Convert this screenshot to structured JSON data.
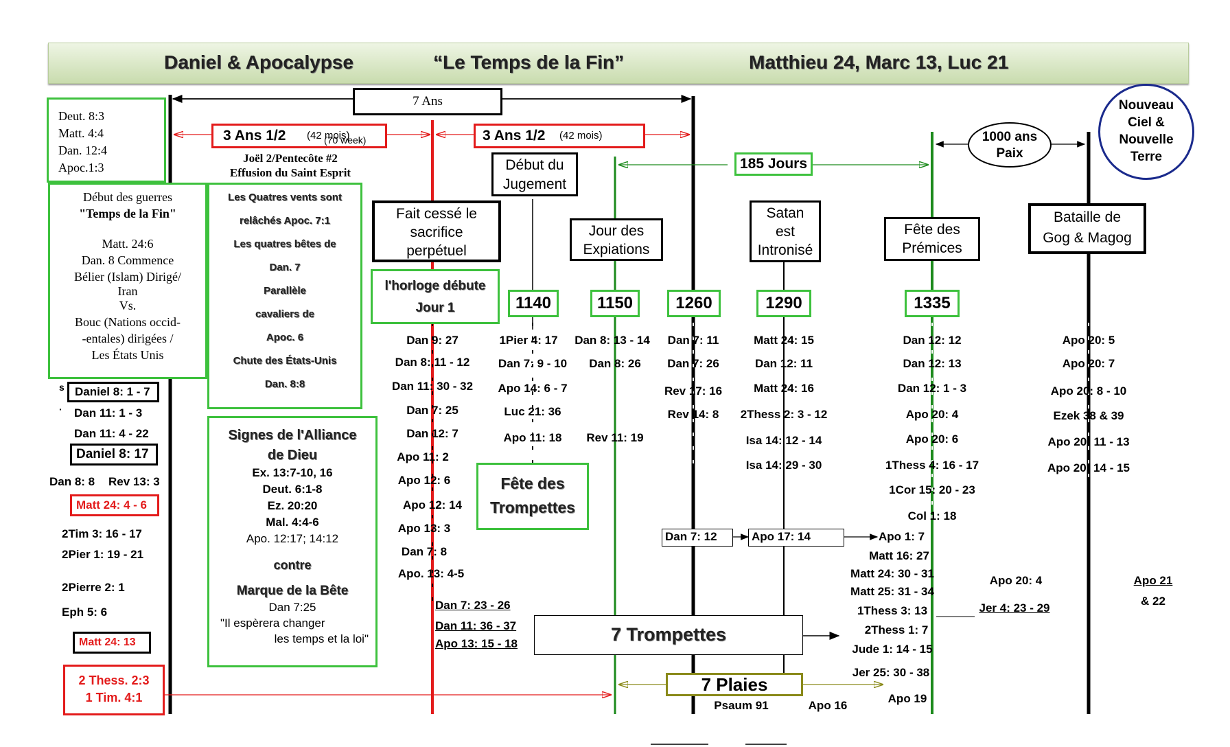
{
  "header": {
    "left": "Daniel & Apocalypse",
    "center": "“Le Temps de la Fin”",
    "right": "Matthieu 24, Marc 13, Luc 21"
  },
  "periods": {
    "seven_years": "7 Ans",
    "half1_main": "3 Ans 1/2",
    "half1_sub": "(42 mois)",
    "half1_overlap": "(70 week)",
    "half2_main": "3 Ans 1/2",
    "half2_sub": "(42 mois)",
    "days185": "185 Jours",
    "millennium_line1": "1000 ans",
    "millennium_line2": "Paix",
    "new_heaven": [
      "Nouveau",
      "Ciel &",
      "Nouvelle",
      "Terre"
    ]
  },
  "left_column": {
    "top_box": [
      "Deut. 8:3",
      "Matt. 4:4",
      "Dan. 12:4",
      "Apoc.1:3"
    ],
    "wars_box": {
      "line1": "Début des guerres",
      "line2": "\"Temps de la Fin\"",
      "rest": [
        "Matt. 24:6",
        "Dan. 8 Commence",
        "Bélier (Islam) Dirigé/",
        "Iran",
        "Vs.",
        "Bouc (Nations occid-",
        "-entales) dirigées /",
        "Les États Unis"
      ]
    },
    "s_mark": "s",
    "dot_mark": "·",
    "refs": {
      "daniel8_1_7": "Daniel 8: 1 - 7",
      "dan11_1_3": "Dan 11: 1 - 3",
      "dan11_4_22": "Dan 11: 4 - 22",
      "daniel8_17": "Daniel 8: 17",
      "dan8_8": "Dan 8: 8",
      "rev13_3": "Rev 13: 3",
      "matt24_4_6": "Matt  24: 4 - 6",
      "tim2_3": "2Tim  3: 16 - 17",
      "pier2_1": "2Pier  1: 19 - 21",
      "pierre2_1": "2Pierre  2: 1",
      "eph5_6": "Eph  5: 6",
      "matt24_13": "Matt  24: 13",
      "thess_1": "2 Thess. 2:3",
      "thess_2": "1 Tim. 4:1"
    }
  },
  "joel": {
    "line1": "Joël 2/Pentecôte #2",
    "line2": "Effusion du Saint Esprit"
  },
  "winds_box": [
    "Les Quatres vents sont",
    "relâchés Apoc. 7:1",
    "Les quatres bêtes de",
    "Dan. 7",
    "Parallèle",
    "cavaliers de",
    "Apoc. 6",
    "Chute des États-Unis",
    "Dan. 8:8"
  ],
  "covenant_box": {
    "title1": "Signes de l'Alliance",
    "title2": "de Dieu",
    "refs": [
      "Ex. 13:7-10, 16",
      "Deut. 6:1-8",
      "Ez. 20:20",
      "Mal. 4:4-6",
      "Apo. 12:17; 14:12"
    ],
    "contre": "contre",
    "mark": "Marque de la Bête",
    "dan": "Dan 7:25",
    "quote1": "\"Il espèrera changer",
    "quote2": "les temps et la loi\""
  },
  "events": {
    "sacrifice": [
      "Fait cessé le",
      "sacrifice",
      "perpétuel"
    ],
    "horloge": [
      "l'horloge débute",
      "Jour 1"
    ],
    "jugement": [
      "Début du",
      "Jugement"
    ],
    "expiations": [
      "Jour des",
      "Expiations"
    ],
    "satan": [
      "Satan",
      "est",
      "Intronisé"
    ],
    "premices": [
      "Fête des",
      "Prémices"
    ],
    "gog": [
      "Bataille de",
      "Gog & Magog"
    ],
    "trompettes_fete": [
      "Fête des",
      "Trompettes"
    ],
    "trompettes7": "7 Trompettes",
    "plaies7": "7  Plaies"
  },
  "day_numbers": [
    "1140",
    "1150",
    "1260",
    "1290",
    "1335"
  ],
  "columns": {
    "c1": [
      "Dan  9: 27",
      "Dan  8: 11 - 12",
      "Dan 11: 30 - 32",
      "Dan  7: 25",
      "Dan  12: 7",
      "Apo 11: 2",
      "Apo 12: 6",
      "Apo  12: 14",
      "Apo 13: 3",
      "Dan  7: 8",
      "Apo. 13: 4-5"
    ],
    "c1_under": [
      "Dan  7: 23 - 26",
      "Dan 11: 36 - 37",
      "Apo 13: 15 - 18"
    ],
    "c2": [
      "1Pier  4: 17",
      "Dan  7: 9 - 10",
      "Apo 14: 6 - 7",
      "Luc     21: 36",
      "Apo   11: 18"
    ],
    "c3": [
      "Dan 8:   13 - 14",
      "Dan 8: 26",
      "Rev  11: 19"
    ],
    "c4": [
      "Dan  7: 11",
      "Dan  7: 26",
      "Rev  17: 16",
      "Rev  14: 8"
    ],
    "c5": [
      "Matt 24: 15",
      "Dan 12: 11",
      "Matt 24: 16",
      "2Thess  2: 3 - 12",
      "Isa  14: 12 - 14",
      "Isa  14: 29 - 30"
    ],
    "dan7_12": "Dan  7: 12",
    "apo17_14": "Apo  17: 14",
    "apo1_7": "Apo 1: 7",
    "psaum91": "Psaum 91",
    "apo16": "Apo 16",
    "c6": [
      "Dan 12: 12",
      "Dan 12: 13",
      "Dan 12: 1 - 3",
      "Apo 20: 4",
      "Apo 20: 6",
      "1Thess  4: 16 - 17",
      "1Cor  15: 20 - 23",
      "Col  1: 18"
    ],
    "c6_lower": [
      "Matt 16: 27",
      "Matt 24: 30 - 31",
      "Matt 25: 31 - 34",
      "1Thess 3: 13",
      "2Thess 1: 7",
      "Jude 1: 14 - 15",
      "Jer 25: 30 - 38",
      "Apo 19"
    ],
    "apo20_4b": "Apo 20: 4",
    "jer4": "Jer 4: 23 - 29",
    "c7": [
      "Apo 20: 5",
      "Apo 20: 7",
      "Apo 20: 8 - 10",
      "Ezek 38 & 39",
      "Apo 20: 11 - 13",
      "Apo 20: 14 - 15"
    ],
    "apo21": "Apo 21",
    "and22": "& 22"
  },
  "colors": {
    "green_line": "#1c8a1c",
    "green_box": "#3dc13d",
    "red": "#e31b1b",
    "olive": "#8a8a1a",
    "navy": "#1a2a8c"
  }
}
